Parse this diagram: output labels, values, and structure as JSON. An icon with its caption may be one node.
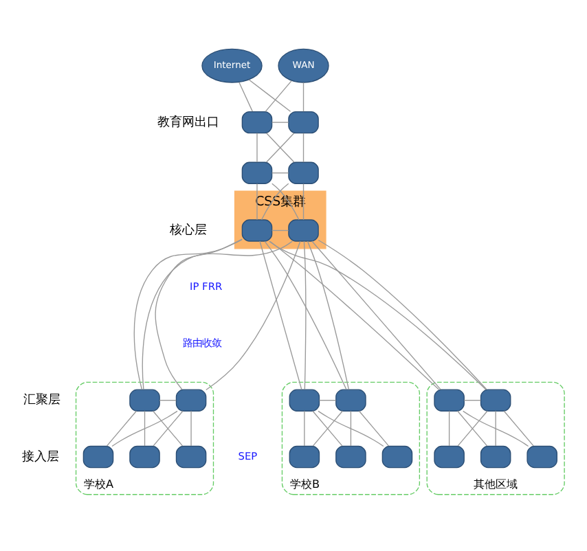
{
  "diagram": {
    "nodes": [
      {
        "text": [
          "Internet"
        ]
      },
      {
        "text": [
          "WAN"
        ]
      },
      {
        "text": [],
        "shape": "box"
      },
      {
        "text": [],
        "shape": "box"
      },
      {
        "text": [],
        "shape": "box"
      },
      {
        "text": [],
        "shape": "box"
      },
      {
        "text": [
          "CSS集群"
        ]
      },
      {
        "text": [],
        "shape": "box",
        "in": 6
      },
      {
        "text": [],
        "shape": "box",
        "in": 6
      },
      {
        "text": [
          "学校A"
        ]
      },
      {
        "text": [],
        "shape": "box",
        "in": 9
      },
      {
        "text": [],
        "shape": "box",
        "in": 9
      },
      {
        "text": [],
        "shape": "box",
        "in": 9
      },
      {
        "text": [],
        "shape": "box",
        "in": 9
      },
      {
        "text": [],
        "shape": "box",
        "in": 9
      },
      {
        "text": [
          "学校B"
        ]
      },
      {
        "text": [],
        "shape": "box",
        "in": 15
      },
      {
        "text": [],
        "shape": "box",
        "in": 15
      },
      {
        "text": [],
        "shape": "box",
        "in": 15
      },
      {
        "text": [],
        "shape": "box",
        "in": 15
      },
      {
        "text": [],
        "shape": "box",
        "in": 15
      },
      {
        "text": [
          "其他区域"
        ]
      },
      {
        "text": [],
        "shape": "box",
        "in": 21
      },
      {
        "text": [],
        "shape": "box",
        "in": 21
      },
      {
        "text": [],
        "shape": "box",
        "in": 21
      },
      {
        "text": [],
        "shape": "box",
        "in": 21
      },
      {
        "text": [],
        "shape": "box",
        "in": 21
      }
    ],
    "edges": [
      {
        "from": 0,
        "to": 2,
        "arrow": "none"
      },
      {
        "from": 0,
        "to": 3,
        "arrow": "none"
      },
      {
        "from": 1,
        "to": 2,
        "arrow": "none"
      },
      {
        "from": 1,
        "to": 3,
        "arrow": "none"
      },
      {
        "from": 2,
        "to": 3,
        "arrow": "none"
      },
      {
        "from": 2,
        "to": 4,
        "arrow": "none"
      },
      {
        "from": 2,
        "to": 5,
        "arrow": "none"
      },
      {
        "from": 3,
        "to": 4,
        "arrow": "none"
      },
      {
        "from": 3,
        "to": 5,
        "arrow": "none"
      },
      {
        "from": 4,
        "to": 5,
        "arrow": "none"
      },
      {
        "from": 4,
        "to": 7,
        "arrow": "none"
      },
      {
        "from": 4,
        "to": 8,
        "arrow": "none"
      },
      {
        "from": 5,
        "to": 7,
        "arrow": "none"
      },
      {
        "from": 5,
        "to": 8,
        "arrow": "none"
      },
      {
        "from": 7,
        "to": 8,
        "arrow": "none"
      },
      {
        "from": 7,
        "to": 10,
        "arrow": "none"
      },
      {
        "from": 7,
        "to": 11,
        "arrow": "none"
      },
      {
        "from": 7,
        "to": 16,
        "arrow": "none"
      },
      {
        "from": 7,
        "to": 17,
        "arrow": "none"
      },
      {
        "from": 7,
        "to": 22,
        "arrow": "none"
      },
      {
        "from": 7,
        "to": 23,
        "arrow": "none"
      },
      {
        "from": 8,
        "to": 10,
        "arrow": "none"
      },
      {
        "from": 8,
        "to": 11,
        "arrow": "none"
      },
      {
        "from": 8,
        "to": 16,
        "arrow": "none"
      },
      {
        "from": 8,
        "to": 17,
        "arrow": "none"
      },
      {
        "from": 8,
        "to": 22,
        "arrow": "none"
      },
      {
        "from": 8,
        "to": 23,
        "arrow": "none"
      },
      {
        "from": 10,
        "to": 11,
        "arrow": "none"
      },
      {
        "from": 10,
        "to": 12,
        "arrow": "none"
      },
      {
        "from": 10,
        "to": 13,
        "arrow": "none"
      },
      {
        "from": 10,
        "to": 14,
        "arrow": "none"
      },
      {
        "from": 11,
        "to": 12,
        "arrow": "none"
      },
      {
        "from": 11,
        "to": 13,
        "arrow": "none"
      },
      {
        "from": 11,
        "to": 14,
        "arrow": "none"
      },
      {
        "from": 16,
        "to": 17,
        "arrow": "none"
      },
      {
        "from": 16,
        "to": 18,
        "arrow": "none"
      },
      {
        "from": 16,
        "to": 19,
        "arrow": "none"
      },
      {
        "from": 16,
        "to": 20,
        "arrow": "none"
      },
      {
        "from": 17,
        "to": 18,
        "arrow": "none"
      },
      {
        "from": 17,
        "to": 19,
        "arrow": "none"
      },
      {
        "from": 17,
        "to": 20,
        "arrow": "none"
      },
      {
        "from": 22,
        "to": 23,
        "arrow": "none"
      },
      {
        "from": 22,
        "to": 24,
        "arrow": "none"
      },
      {
        "from": 22,
        "to": 25,
        "arrow": "none"
      },
      {
        "from": 22,
        "to": 26,
        "arrow": "none"
      },
      {
        "from": 23,
        "to": 24,
        "arrow": "none"
      },
      {
        "from": 23,
        "to": 25,
        "arrow": "none"
      },
      {
        "from": 23,
        "to": 26,
        "arrow": "none"
      }
    ],
    "labels": [
      "教育网出口",
      "核心层",
      "IP FRR",
      "路由收敛",
      "汇聚层",
      "SEP",
      "接入层"
    ]
  }
}
